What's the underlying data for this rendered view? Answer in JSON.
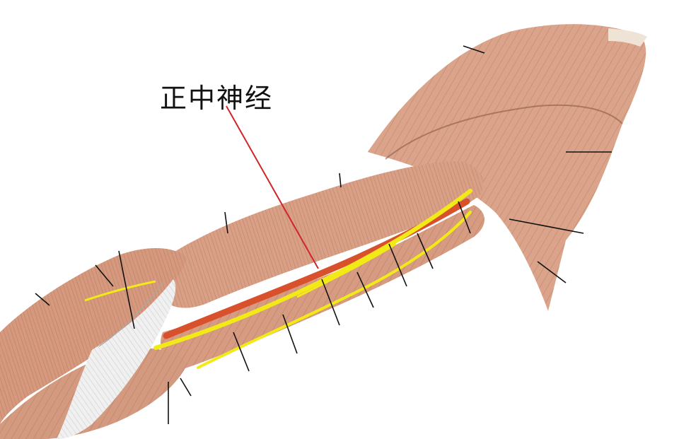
{
  "figure": {
    "label": "正中神经",
    "structures": [
      "arm-muscles",
      "median-nerve",
      "brachial-artery",
      "yellow-nerves"
    ],
    "colors": {
      "muscle": "#d9a086",
      "muscle_dark": "#b97e66",
      "fiber": "#8a5a47",
      "artery": "#d9512c",
      "nerve": "#f2ea16",
      "tendon": "#eeeeee",
      "leader": "#d0262a",
      "pointer": "#111111"
    }
  }
}
